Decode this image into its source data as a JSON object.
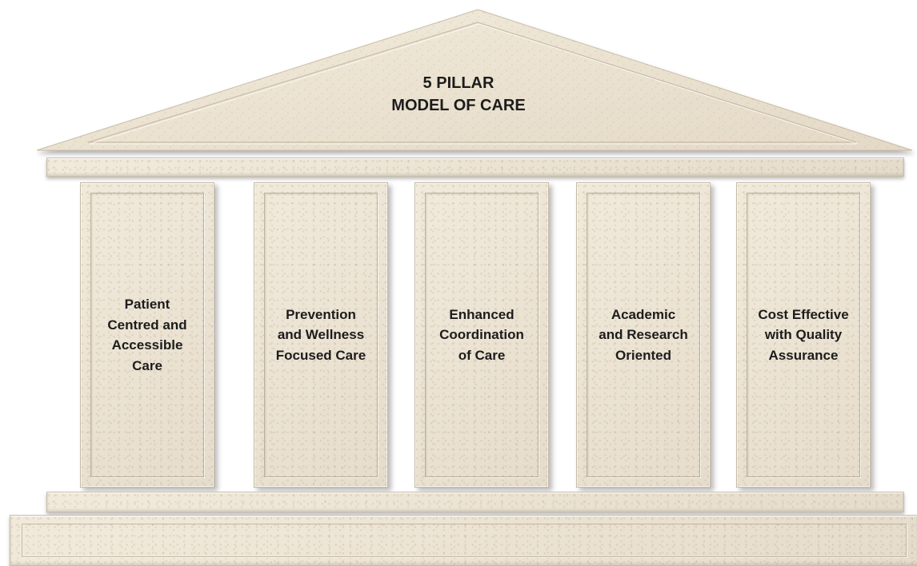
{
  "pediment": {
    "title": "5 PILLAR\nMODEL OF CARE"
  },
  "pillars": [
    {
      "label": "Patient\nCentred and\nAccessible\nCare"
    },
    {
      "label": "Prevention\nand Wellness\nFocused Care"
    },
    {
      "label": "Enhanced\nCoordination\nof Care"
    },
    {
      "label": "Academic\nand Research\nOriented"
    },
    {
      "label": "Cost Effective\nwith Quality\nAssurance"
    }
  ]
}
